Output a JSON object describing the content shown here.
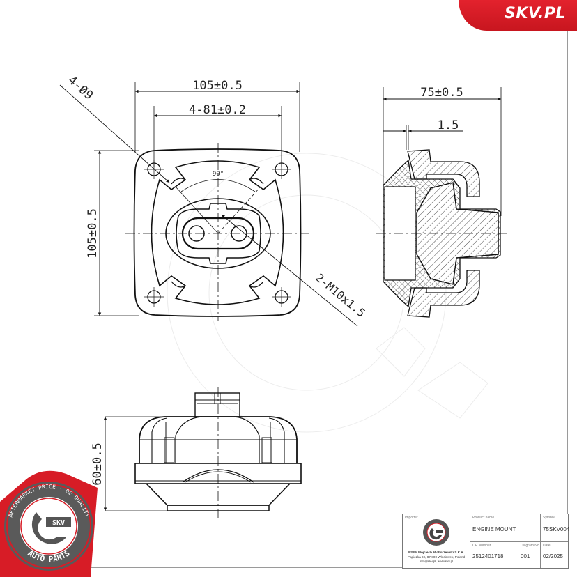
{
  "brand": {
    "site": "SKV.PL",
    "accent_color": "#d71c26",
    "badge": {
      "ring_text_top": "AFTERMARKET PRICE · OE QUALITY",
      "ring_text_bottom": "AUTO PARTS",
      "center_text": "SKV"
    }
  },
  "drawing": {
    "front_view": {
      "dim_width": "105±0.5",
      "dim_hole_spacing": "4-81±0.2",
      "dim_height": "105±0.5",
      "hole_callout": "4-Ø9",
      "angle_label": "90°",
      "thread_callout": "2-M10x1.5"
    },
    "section_view": {
      "dim_depth": "75±0.5",
      "dim_flange": "1.5"
    },
    "top_view": {
      "dim_height": "60±0.5"
    }
  },
  "title_block": {
    "importer_label": "Importer",
    "importer_name": "ESEN Wojciech Michorzewski S.K.A.",
    "importer_address": "Papiezka 69, 87-800 Wloclawek, Poland",
    "importer_contact": "info@skv.pl, www.skv.pl",
    "product_name_label": "Product name",
    "product_name": "ENGINE MOUNT",
    "symbol_label": "Symbol",
    "symbol": "75SKV004",
    "oe_number_label": "OE Number",
    "oe_number": "2512401718",
    "diagram_no_label": "Diagram No",
    "diagram_no": "001",
    "date_label": "Date",
    "date": "02/2025"
  }
}
